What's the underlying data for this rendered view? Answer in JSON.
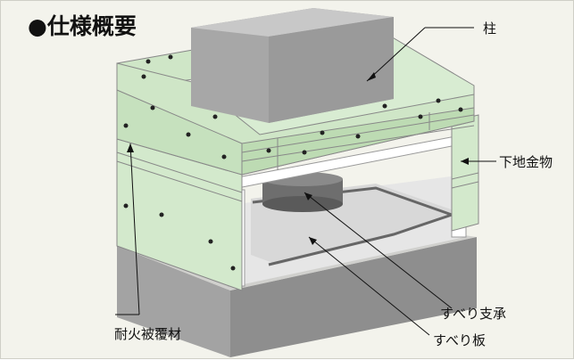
{
  "title": "●仕様概要",
  "labels": {
    "column": "柱",
    "base_hardware": "下地金物",
    "fireproof_cover": "耐火被覆材",
    "sliding_bearing": "すべり支承",
    "sliding_plate": "すべり板"
  },
  "colors": {
    "board": "#cfe6c7",
    "board_edge": "#dcecd6",
    "column": "#aaaaaa",
    "concrete": "#9b9b9b",
    "bearing": "#6e6e6e"
  }
}
